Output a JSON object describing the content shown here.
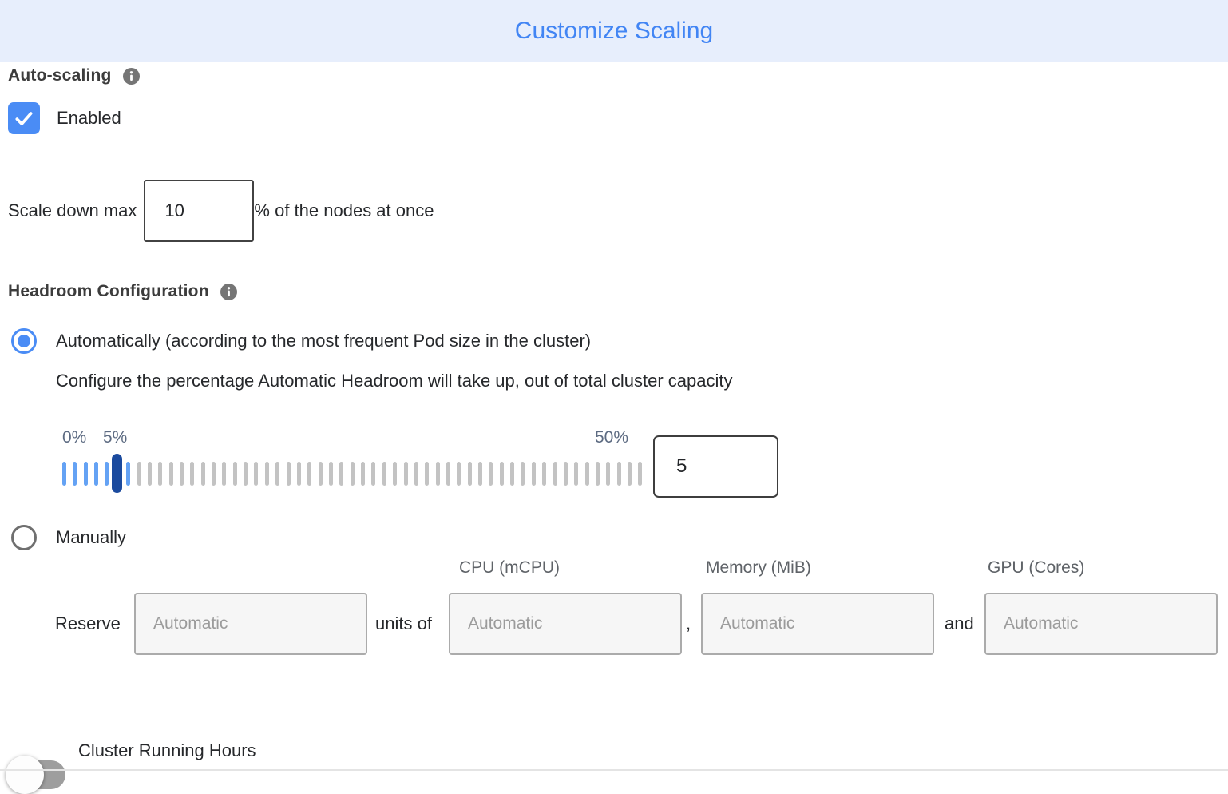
{
  "header": {
    "title": "Customize Scaling"
  },
  "auto_scaling": {
    "label": "Auto-scaling",
    "checkbox_checked": true,
    "enabled_label": "Enabled"
  },
  "scale_down": {
    "prefix": "Scale down max",
    "value": "10",
    "suffix": "% of the nodes at once"
  },
  "headroom": {
    "label": "Headroom Configuration",
    "auto_option": "Automatically (according to the most frequent Pod size in the cluster)",
    "auto_description": "Configure the percentage Automatic Headroom will take up, out of total cluster capacity",
    "slider": {
      "min_label": "0%",
      "current_label": "5%",
      "max_label": "50%",
      "value": "5",
      "tick_count": 55,
      "active_ticks": 7,
      "thumb_index": 5
    },
    "manual_option": "Manually"
  },
  "reserve": {
    "label": "Reserve",
    "units_of_label": "units of",
    "comma": ",",
    "and_label": "and",
    "columns": [
      "CPU (mCPU)",
      "Memory (MiB)",
      "GPU (Cores)"
    ],
    "placeholders": [
      "Automatic",
      "Automatic",
      "Automatic",
      "Automatic"
    ]
  },
  "cluster_running_hours": {
    "label": "Cluster Running Hours",
    "toggle_on": false
  },
  "colors": {
    "header_bg": "#e7eefc",
    "title_blue": "#4285f4",
    "accent_blue": "#4a8cf5",
    "tick_blue": "#64a2f4",
    "thumb_navy": "#1b4a9e",
    "tick_gray": "#c3c3c3",
    "slider_label": "#5d6b82",
    "info_gray": "#757575"
  }
}
